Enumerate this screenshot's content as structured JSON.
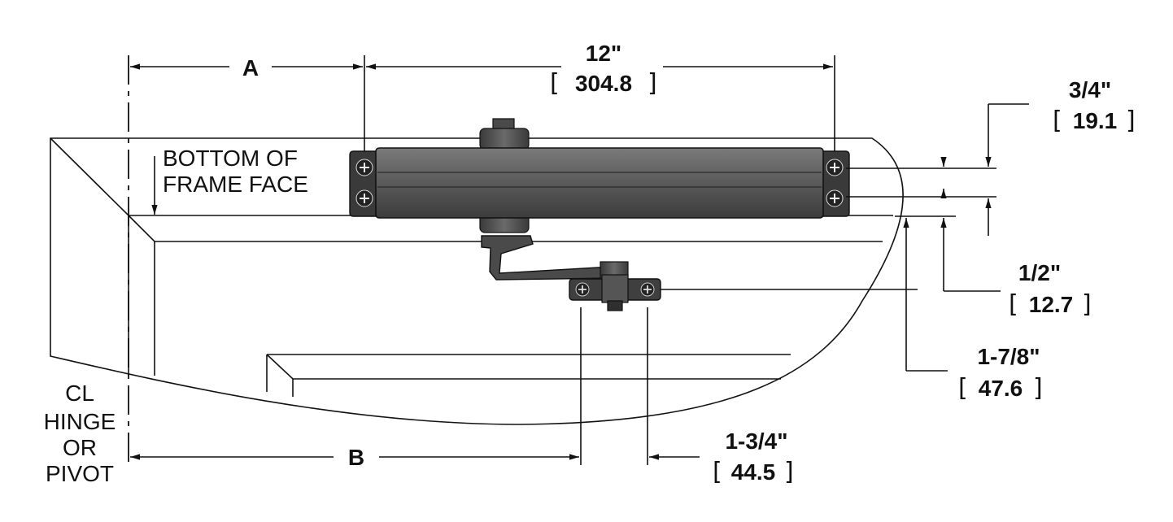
{
  "dimensions": {
    "a_label": "A",
    "b_label": "B",
    "length_in": "12\"",
    "length_mm": "304.8",
    "top_offset_in": "3/4\"",
    "top_offset_mm": "19.1",
    "arm_offset_in": "1/2\"",
    "arm_offset_mm": "12.7",
    "shoe_drop_in": "1-7/8\"",
    "shoe_drop_mm": "47.6",
    "shoe_width_in": "1-3/4\"",
    "shoe_width_mm": "44.5"
  },
  "notes": {
    "frame_line1": "BOTTOM OF",
    "frame_line2": "FRAME FACE",
    "centerline_symbol": "CL",
    "hinge_line1": "HINGE",
    "hinge_line2": "OR",
    "hinge_line3": "PIVOT"
  },
  "colors": {
    "closer_body": "#5f5f5f",
    "closer_dark": "#3a3a3a",
    "line": "#111111"
  }
}
